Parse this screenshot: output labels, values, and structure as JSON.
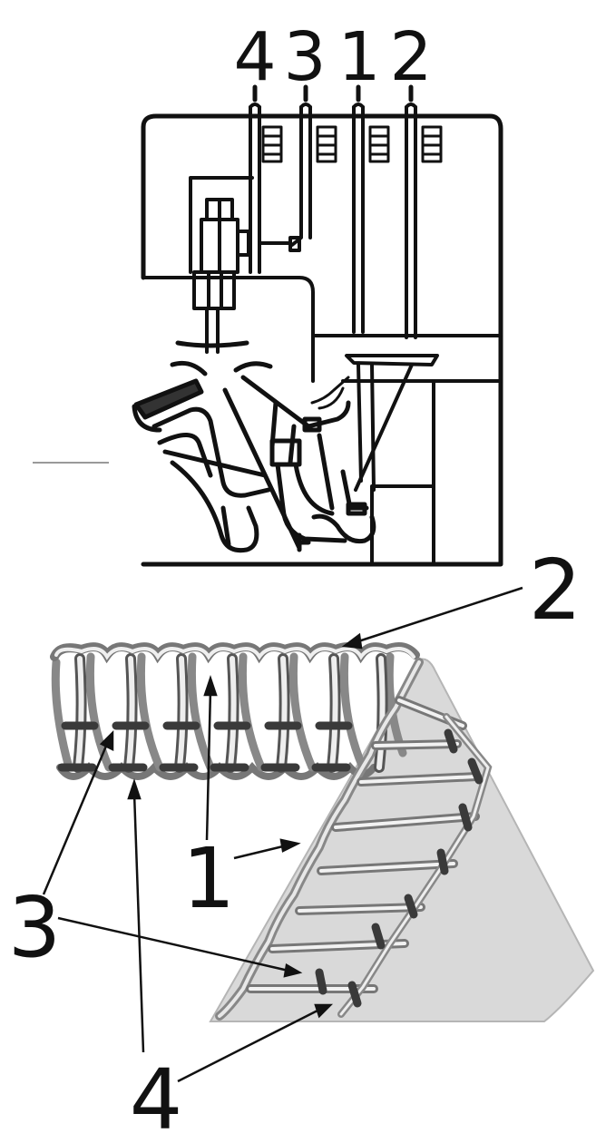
{
  "top_labels": [
    "4",
    "3",
    "1",
    "2"
  ],
  "bottom_labels": {
    "label_1": "1",
    "label_2": "2",
    "label_3": "3",
    "label_4": "4"
  },
  "colors": {
    "ink": "#111111",
    "thread_light": "#eeeeee",
    "thread_mid": "#888888",
    "knot": "#3a3a3a",
    "fabric": "#d9d9d9"
  }
}
